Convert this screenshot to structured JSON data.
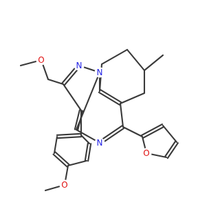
{
  "colors": {
    "bond": "#3a3a3a",
    "background": "#ffffff",
    "nitrogen": "#2323e6",
    "oxygen": "#e01010"
  },
  "atom_labels": {
    "n1": "N",
    "n2": "N",
    "n3": "N",
    "o_methoxymethyl": "O",
    "o_furan": "O",
    "o_methoxyphenyl": "O"
  }
}
